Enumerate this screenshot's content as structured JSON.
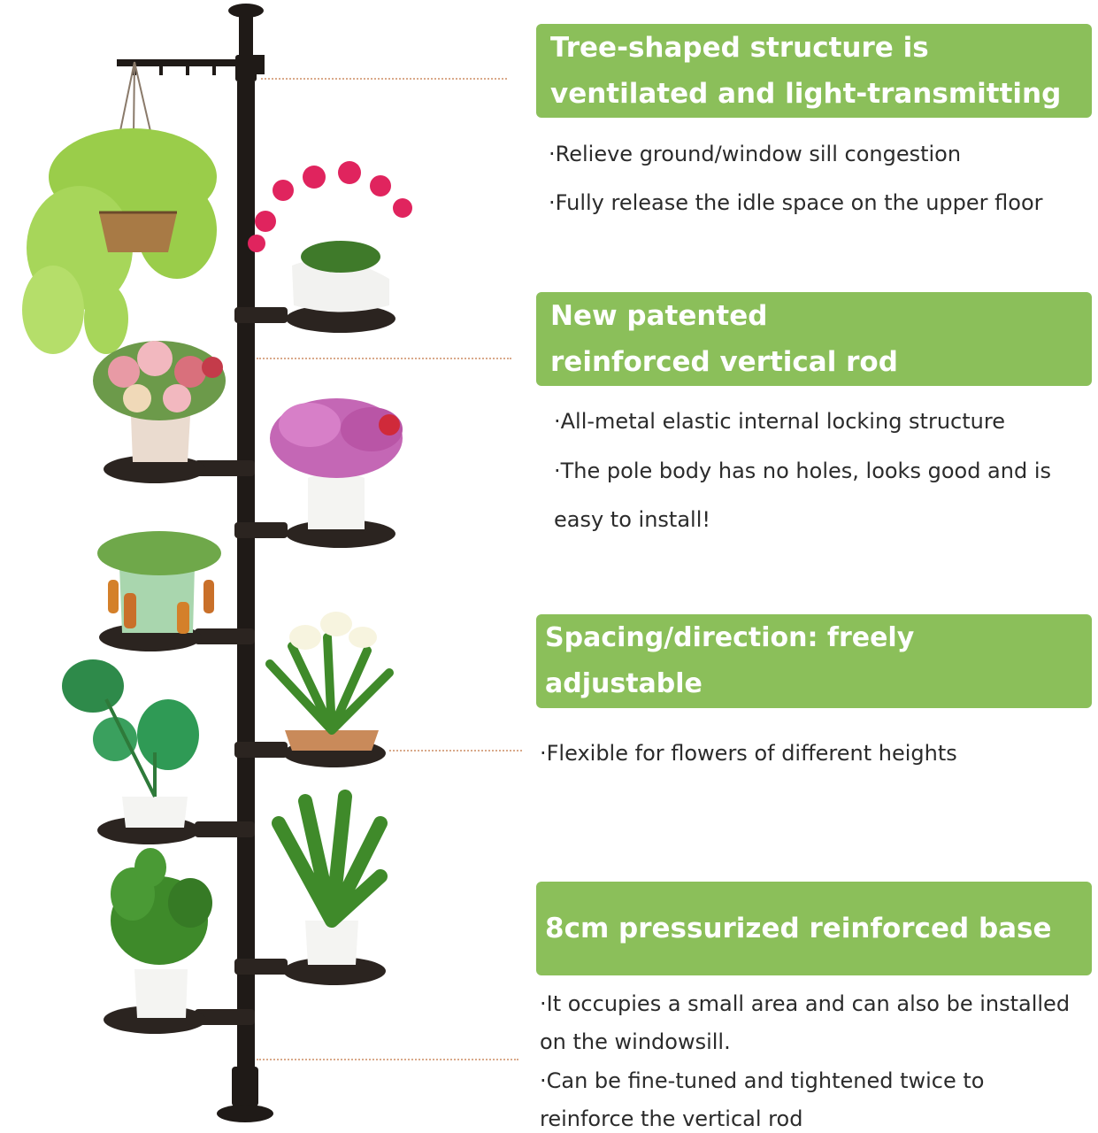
{
  "colors": {
    "banner_bg": "#8bbf5a",
    "banner_text": "#ffffff",
    "body_text": "#2b2b2b",
    "pole": "#1f1a17",
    "tray": "#2b2420",
    "leader_line": "#d9a98a"
  },
  "sections": [
    {
      "title": "Tree-shaped structure is ventilated and light-transmitting",
      "points": [
        "·Relieve ground/window sill congestion",
        "·Fully release the idle space on the upper floor"
      ]
    },
    {
      "title": "New patented reinforced vertical rod",
      "points": [
        "·All-metal elastic internal locking structure",
        "·The pole body has no holes, looks good and is",
        "easy to install!"
      ]
    },
    {
      "title": "Spacing/direction: freely adjustable",
      "points": [
        "·Flexible for flowers of different heights"
      ]
    },
    {
      "title": "8cm pressurized reinforced base",
      "points": [
        "·It occupies a small area and can also be installed",
        "on the windowsill.",
        "·Can be fine-tuned and tightened twice to",
        "reinforce the vertical rod"
      ]
    }
  ]
}
